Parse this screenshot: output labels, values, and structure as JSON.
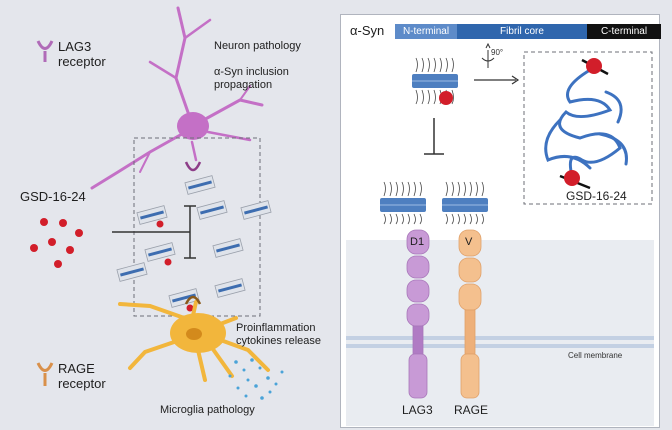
{
  "left": {
    "lag3_receptor": [
      "LAG3",
      "receptor"
    ],
    "rage_receptor": [
      "RAGE",
      "receptor"
    ],
    "gsd_label": "GSD-16-24",
    "neuron_pathology": "Neuron pathology",
    "inclusion_propagation": [
      "α-Syn inclusion",
      "propagation"
    ],
    "proinflammation": [
      "Proinflammation",
      "cytokines release"
    ],
    "microglia_pathology": "Microglia pathology"
  },
  "right": {
    "asyn_label": "α-Syn",
    "domains": [
      "N-terminal",
      "Fibril core",
      "C-terminal"
    ],
    "rotation": "90°",
    "gsd_label": "GSD-16-24",
    "d1_label": "D1",
    "v_label": "V",
    "cell_membrane": "Cell membrane",
    "receptor_lag3": "LAG3",
    "receptor_rage": "RAGE"
  },
  "colors": {
    "neuron": "#c470c6",
    "microglia": "#f2b63c",
    "lag3": "#c89ad6",
    "rage": "#f4c08e",
    "fibril": "#4e7fc0",
    "compound": "#d21e2a",
    "membrane": "#c9d5e6"
  },
  "icons": [
    "lag3-receptor-icon",
    "rage-receptor-icon",
    "rotate-90-icon"
  ]
}
